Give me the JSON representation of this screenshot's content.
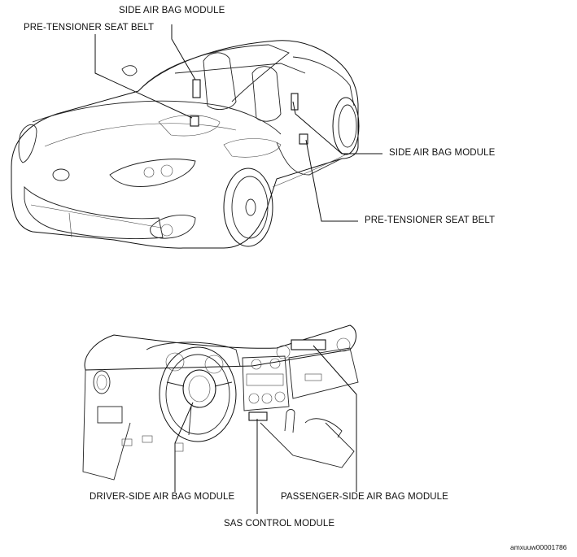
{
  "labels": {
    "side_airbag_top": "SIDE AIR BAG MODULE",
    "pretensioner_top": "PRE-TENSIONER SEAT BELT",
    "side_airbag_right": "SIDE AIR BAG MODULE",
    "pretensioner_right": "PRE-TENSIONER SEAT BELT",
    "driver_airbag": "DRIVER-SIDE AIR BAG MODULE",
    "passenger_airbag": "PASSENGER-SIDE AIR BAG MODULE",
    "sas_module": "SAS CONTROL MODULE"
  },
  "reference_code": "amxuuw00001786"
}
